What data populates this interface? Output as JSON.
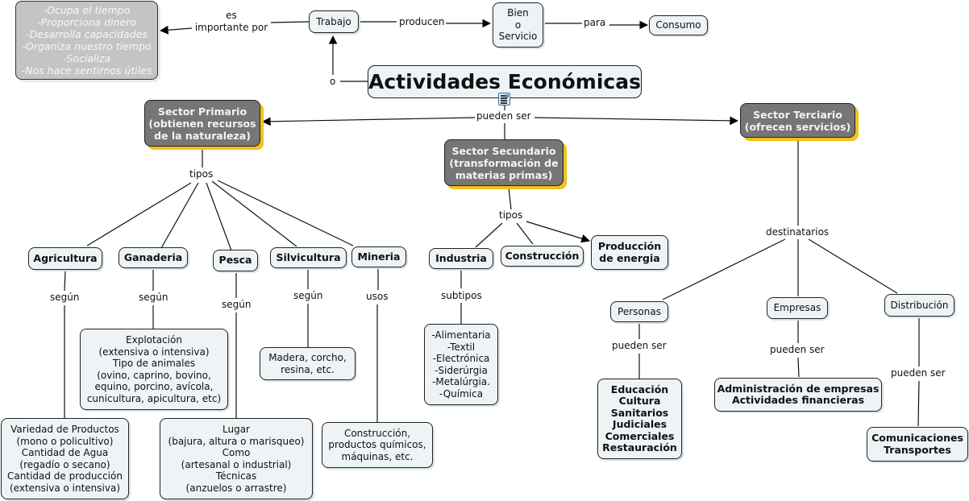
{
  "title": "Actividades Económicas",
  "nodes": {
    "reasons": "-Ocupa el tiempo\n-Proporciona dinero\n-Desarrolla capacidades\n-Organiza nuestro tiempo\n-Socializa\n-Nos hace sentirnos útiles",
    "trabajo": "Trabajo",
    "bien_servicio": "Bien\no\nServicio",
    "consumo": "Consumo",
    "sector_primario": "Sector Primario\n(obtienen recursos\nde la naturaleza)",
    "sector_secundario": "Sector Secundario\n(transformación de\nmaterias primas)",
    "sector_terciario": "Sector Terciario\n(ofrecen servicios)",
    "agricultura": "Agricultura",
    "ganaderia": "Ganaderia",
    "pesca": "Pesca",
    "silvicultura": "Silvicultura",
    "mineria": "Mineria",
    "industria": "Industria",
    "construccion": "Construcción",
    "produccion_energia": "Producción\nde energia",
    "ganaderia_detail": "Explotación\n(extensiva o intensiva)\nTipo de animales\n(ovino, caprino, bovino,\nequino, porcino, avícola,\ncunicultura, apicultura, etc)",
    "silvicultura_detail": "Madera, corcho,\nresina, etc.",
    "agricultura_detail": "Variedad de Productos\n(mono o policultivo)\nCantidad de Agua\n(regadío o secano)\nCantidad de producción\n(extensiva o intensiva)",
    "pesca_detail": "Lugar\n(bajura, altura o marisqueo)\nComo\n(artesanal o industrial)\nTécnicas\n(anzuelos o arrastre)",
    "mineria_detail": "Construcción,\nproductos químicos,\nmáquinas, etc.",
    "industria_subtipos": "-Alimentaria\n-Textil\n-Electrónica\n-Siderúrgia\n-Metalúrgia.\n-Química",
    "personas": "Personas",
    "empresas": "Empresas",
    "distribucion": "Distribución",
    "personas_detail": "Educación\nCultura\nSanitarios\nJudiciales\nComerciales\nRestauración",
    "empresas_detail": "Administración de empresas\nActividades financieras",
    "distribucion_detail": "Comunicaciones\nTransportes"
  },
  "links": {
    "es_importante_por": "es\nimportante por",
    "producen": "producen",
    "para": "para",
    "o": "o",
    "pueden_ser": "pueden ser",
    "tipos_primario": "tipos",
    "tipos_secundario": "tipos",
    "segun_agricultura": "según",
    "segun_ganaderia": "según",
    "segun_pesca": "según",
    "segun_silvicultura": "según",
    "usos": "usos",
    "subtipos": "subtipos",
    "destinatarios": "destinatarios",
    "pueden_ser_personas": "pueden ser",
    "pueden_ser_empresas": "pueden ser",
    "pueden_ser_distribucion": "pueden ser"
  },
  "icons": {
    "resource": "document-icon"
  }
}
